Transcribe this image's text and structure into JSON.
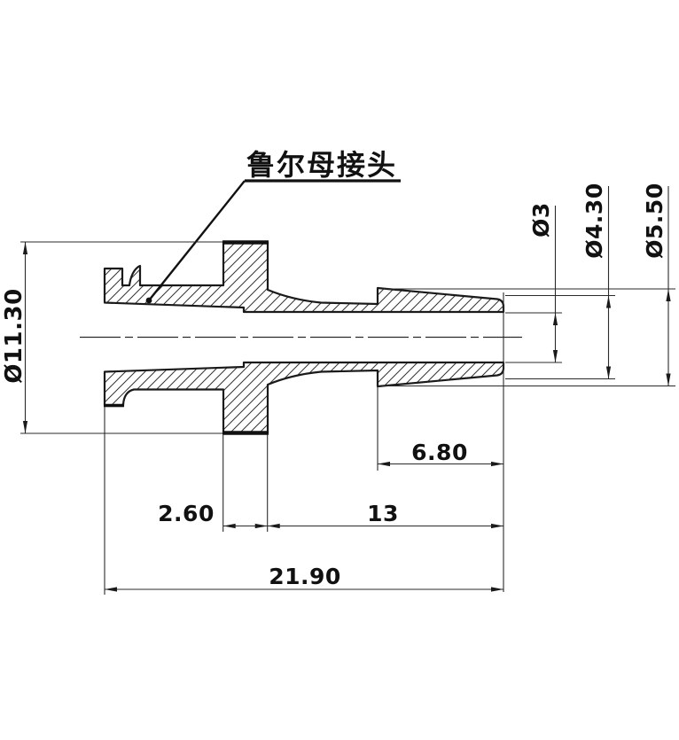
{
  "drawing": {
    "background_color": "#ffffff",
    "line_color": "#1a1a1a",
    "callout": {
      "label": "鲁尔母接头"
    },
    "dims": {
      "flange_diameter": "Ø11.30",
      "bore_diameter": "Ø3",
      "tip_diameter": "Ø4.30",
      "barb_diameter": "Ø5.50",
      "barb_length": "6.80",
      "flange_thickness": "2.60",
      "shaft_length": "13",
      "overall_length": "21.90"
    }
  }
}
